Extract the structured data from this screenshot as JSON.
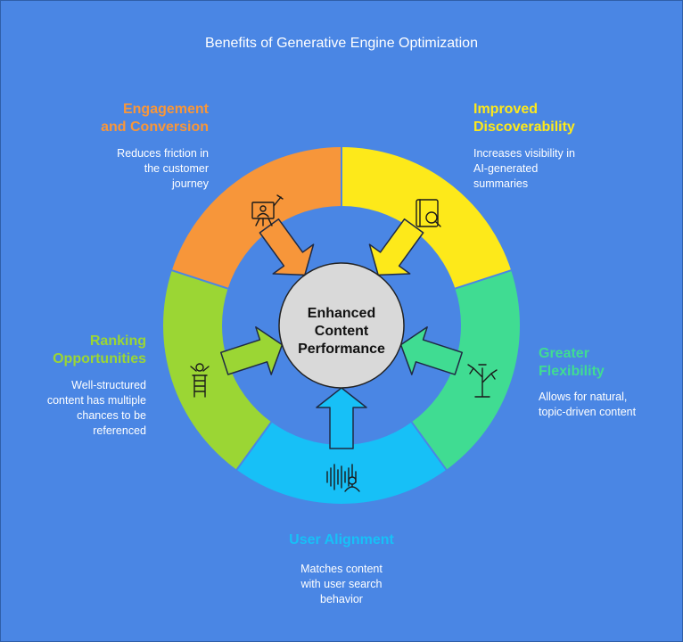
{
  "title": "Benefits of Generative Engine Optimization",
  "center": {
    "line1": "Enhanced",
    "line2": "Content",
    "line3": "Performance"
  },
  "segments": [
    {
      "key": "engagement",
      "label_line1": "Engagement",
      "label_line2": "and Conversion",
      "desc_line1": "Reduces friction in",
      "desc_line2": "the customer",
      "desc_line3": "journey",
      "color": "#f7963a",
      "icon": "presentation-icon"
    },
    {
      "key": "discoverability",
      "label_line1": "Improved",
      "label_line2": "Discoverability",
      "desc_line1": "Increases visibility in",
      "desc_line2": "AI-generated",
      "desc_line3": "summaries",
      "color": "#fde91a",
      "icon": "book-search-icon"
    },
    {
      "key": "flexibility",
      "label_line1": "Greater",
      "label_line2": "Flexibility",
      "desc_line1": "Allows for natural,",
      "desc_line2": "topic-driven content",
      "color": "#40dc92",
      "icon": "tree-icon"
    },
    {
      "key": "alignment",
      "label_line1": "User Alignment",
      "desc_line1": "Matches content",
      "desc_line2": "with user search",
      "desc_line3": "behavior",
      "color": "#17c0f7",
      "icon": "voice-user-icon"
    },
    {
      "key": "ranking",
      "label_line1": "Ranking",
      "label_line2": "Opportunities",
      "desc_line1": "Well-structured",
      "desc_line2": "content has multiple",
      "desc_line3": "chances to be",
      "desc_line4": "referenced",
      "color": "#9bd634",
      "icon": "ladder-climb-icon"
    }
  ]
}
